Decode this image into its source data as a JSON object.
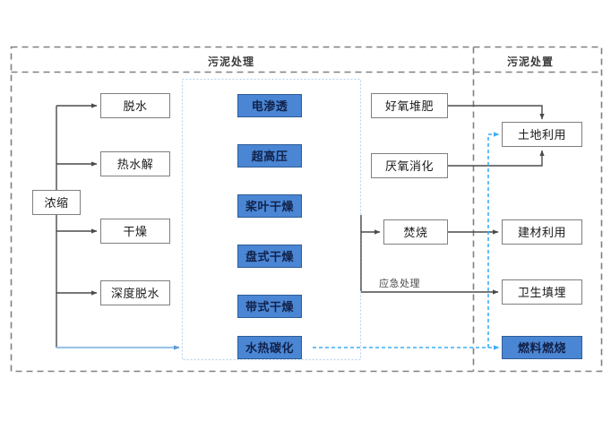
{
  "diagram": {
    "title_treatment": "污泥处理",
    "title_disposal": "污泥处置",
    "colors": {
      "blue_fill": "#4a86d4",
      "blue_border": "#2e5c96",
      "white_fill": "#ffffff",
      "box_border": "#7f7f7f",
      "arrow": "#595959",
      "accent_cyan": "#3daef5",
      "accent_light_blue": "#9dc3e6",
      "frame_dash": "#808080"
    }
  },
  "zones": {
    "treatment": {
      "label": "污泥处理"
    },
    "disposal": {
      "label": "污泥处置"
    }
  },
  "nodes": {
    "source": {
      "label": "浓缩"
    },
    "pretreatment": [
      {
        "label": "脱水"
      },
      {
        "label": "热水解"
      },
      {
        "label": "干燥"
      },
      {
        "label": "深度脱水"
      }
    ],
    "technologies": [
      {
        "label": "电渗透"
      },
      {
        "label": "超高压"
      },
      {
        "label": "桨叶干燥"
      },
      {
        "label": "盘式干燥"
      },
      {
        "label": "带式干燥"
      },
      {
        "label": "水热碳化"
      }
    ],
    "treatment_paths": [
      {
        "label": "好氧堆肥"
      },
      {
        "label": "厌氧消化"
      },
      {
        "label": "焚烧"
      }
    ],
    "disposal": [
      {
        "label": "土地利用"
      },
      {
        "label": "建材利用"
      },
      {
        "label": "卫生填埋"
      },
      {
        "label": "燃料燃烧"
      }
    ]
  },
  "edge_labels": {
    "emergency": "应急处理"
  }
}
